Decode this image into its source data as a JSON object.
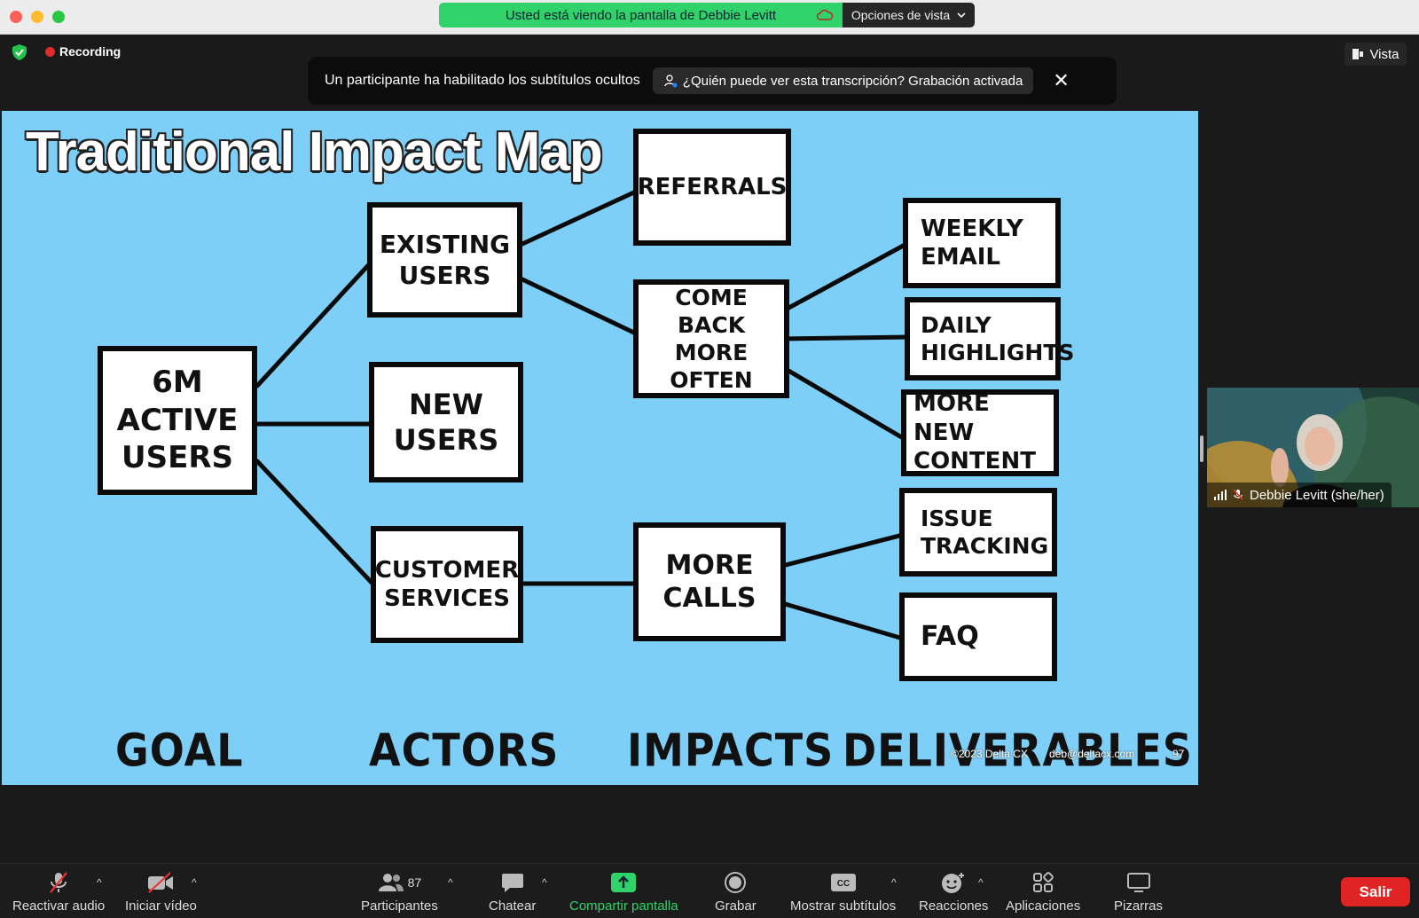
{
  "banner": {
    "sharing_text": "Usted está viendo la pantalla de Debbie Levitt",
    "view_options": "Opciones de vista"
  },
  "meeting": {
    "recording_label": "Recording",
    "view_label": "Vista"
  },
  "captions_notice": {
    "text": "Un participante ha habilitado los subtítulos ocultos",
    "link_text": "¿Quién puede ver esta transcripción? Grabación activada"
  },
  "slide": {
    "title": "Traditional Impact Map",
    "boxes": {
      "goal": "6M\nACTIVE\nUSERS",
      "existing_users": "EXISTING\nUSERS",
      "new_users": "NEW\nUSERS",
      "customer_services": "CUSTOMER\nSERVICES",
      "referrals": "REFERRALS",
      "come_back": "COME BACK\nMORE OFTEN",
      "more_calls": "MORE\nCALLS",
      "weekly_email": "WEEKLY\nEMAIL",
      "daily_highlights": "DAILY\nHIGHLIGHTS",
      "more_new_content": "MORE NEW\nCONTENT",
      "issue_tracking": "ISSUE\nTRACKING",
      "faq": "FAQ"
    },
    "columns": {
      "goal": "GOAL",
      "actors": "ACTORS",
      "impacts": "IMPACTS",
      "deliverables": "DELIVERABLES"
    },
    "footer": {
      "copyright": "©2023 Delta CX",
      "email": "deb@deltacx.com",
      "page": "97"
    }
  },
  "participant": {
    "name": "Debbie Levitt (she/her)"
  },
  "toolbar": {
    "unmute": "Reactivar audio",
    "start_video": "Iniciar vídeo",
    "participants": "Participantes",
    "participant_count": "87",
    "chat": "Chatear",
    "share": "Compartir pantalla",
    "record": "Grabar",
    "captions": "Mostrar subtítulos",
    "reactions": "Reacciones",
    "apps": "Aplicaciones",
    "whiteboards": "Pizarras",
    "leave": "Salir"
  },
  "colors": {
    "share_green": "#2fd36a",
    "leave_red": "#e02424",
    "slide_bg": "#7ecff8",
    "recording_red": "#e02a2a"
  }
}
